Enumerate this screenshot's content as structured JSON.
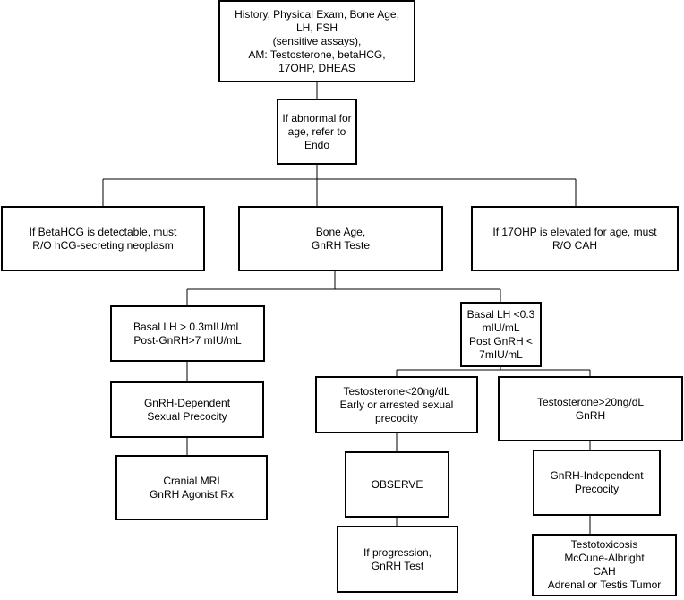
{
  "nodes": {
    "initial_workup": "History, Physical Exam, Bone Age,\nLH, FSH\n(sensitive assays),\nAM: Testosterone, betaHCG,\n17OHP, DHEAS",
    "refer_endo": "If abnormal for\nage, refer to\nEndo",
    "betahcg_detectable": "If BetaHCG is detectable, must\nR/O hCG-secreting neoplasm",
    "bone_age_gnrh": "Bone Age,\nGnRH Teste",
    "ohp_elevated": "If 17OHP is elevated for age, must\nR/O CAH",
    "basal_lh_high": "Basal LH > 0.3mIU/mL\nPost-GnRH>7 mIU/mL",
    "basal_lh_low": "Basal LH <0.3\nmIU/mL\nPost GnRH <\n7mIU/mL",
    "gnrh_dependent": "GnRH-Dependent\nSexual Precocity",
    "cranial_mri": "Cranial MRI\nGnRH Agonist Rx",
    "testosterone_low": "Testosterone<20ng/dL\nEarly or arrested sexual\nprecocity",
    "testosterone_high": "Testosterone>20ng/dL\nGnRH",
    "observe": "OBSERVE",
    "progression": "If  progression,\nGnRH Test",
    "gnrh_independent": "GnRH-Independent\nPrecocity",
    "testotoxicosis": "Testotoxicosis\nMcCune-Albright\nCAH\nAdrenal or Testis Tumor"
  },
  "colors": {
    "line": "#000000",
    "box_fill": "#ffffff",
    "text": "#000000"
  }
}
